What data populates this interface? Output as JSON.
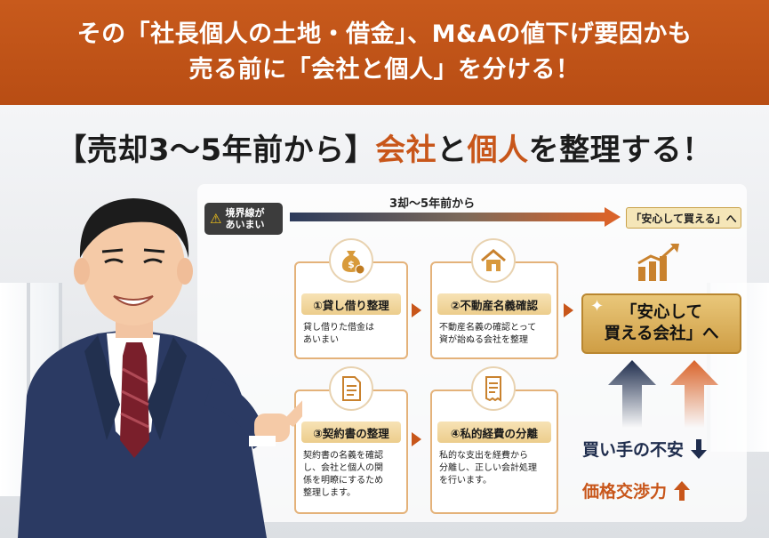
{
  "banner": {
    "line1": "その「社長個人の土地・借金」、M&Aの値下げ要因かも",
    "line2": "売る前に「会社と個人」を分ける！"
  },
  "heading": {
    "part1": "【売却3〜5年前から】",
    "part2": "会社",
    "part3": "と",
    "part4": "個人",
    "part5": "を整理する！"
  },
  "warning": {
    "icon": "warning-icon",
    "line1": "境界線が",
    "line2": "あいまい"
  },
  "timeline": {
    "label": "3却〜5年前から",
    "goal_tag": "「安心して買える」へ"
  },
  "steps": [
    {
      "icon": "money-bag-icon",
      "title": "①貸し借り整理",
      "desc": "貸し借りた借金は\nあいまい"
    },
    {
      "icon": "house-icon",
      "title": "②不動産名義確認",
      "desc": "不動産名義の確認とって\n資が詒ぬる会社を整理"
    },
    {
      "icon": "document-icon",
      "title": "③契約書の整理",
      "desc": "契約書の名義を確認\nし、会社と個人の関\n係を明瞭にするため\n整理します。"
    },
    {
      "icon": "receipt-icon",
      "title": "④私的経費の分離",
      "desc": "私的な支出を経費から\n分離し、正しい会計処理\nを行います。"
    }
  ],
  "goal": {
    "line1": "「安心して",
    "line2": "買える会社」へ"
  },
  "stats": {
    "buyer_anxiety": "買い手の不安",
    "negotiation": "価格交渉力"
  },
  "colors": {
    "banner": "#c85a1c",
    "accent_orange": "#c8561a",
    "navy": "#1f2d4d",
    "gold": "#d4a650"
  }
}
